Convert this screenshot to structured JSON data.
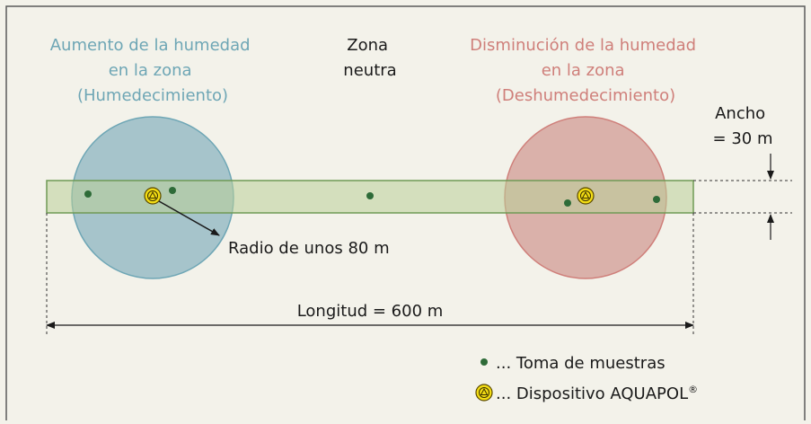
{
  "left_zone": {
    "lines": [
      "Aumento de la humedad",
      "en la zona",
      "(Humedecimiento)"
    ],
    "color": "#6ea6b5",
    "fill": "#9dbfc8"
  },
  "center_zone": {
    "lines": [
      "Zona",
      "neutra"
    ]
  },
  "right_zone": {
    "lines": [
      "Disminución de la humedad",
      "en la zona",
      "(Deshumedecimiento)"
    ],
    "color": "#cf7f7a",
    "fill": "#d7aaa3"
  },
  "width_label": {
    "lines": [
      "Ancho",
      "= 30 m"
    ]
  },
  "radius_label": "Radio de unos 80 m",
  "length_label": "Longitud = 600 m",
  "legend": {
    "sampling_label": "... Toma de muestras",
    "device_label": "... Dispositivo AQUAPOL",
    "registered_mark": "®"
  },
  "colors": {
    "background": "#f3f2ea",
    "frame": "#5a5a5a",
    "strip_fill": "#cfdcb6",
    "strip_stroke": "#6f9a55",
    "sample_dot": "#2e6b38",
    "device_fill": "#f2dc14",
    "text": "#1a1a1a"
  },
  "icons": {
    "device": "aquapol-device-icon",
    "sample": "sample-dot-icon"
  }
}
